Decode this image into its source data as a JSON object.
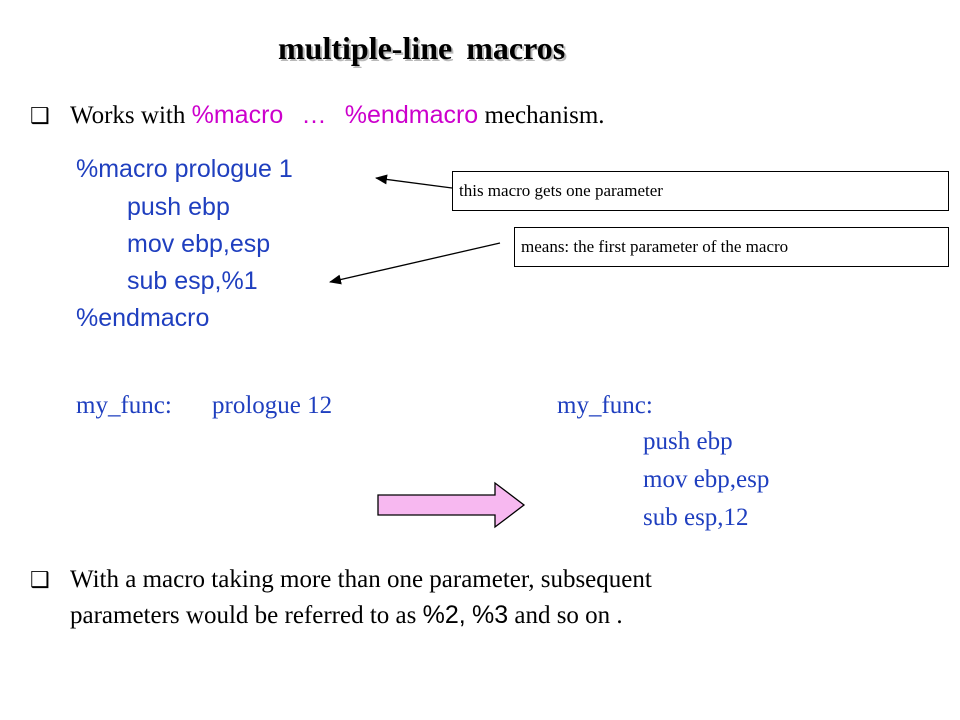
{
  "slide": {
    "title": "multiple-line  macros",
    "bullet1": {
      "prefix": "Works with",
      "kw_macro": "%macro",
      "ellipsis": "…",
      "kw_endmacro": "%endmacro",
      "suffix": "mechanism."
    },
    "macro_def": {
      "line1": "%macro prologue 1",
      "line2": "push ebp",
      "line3": "mov ebp,esp",
      "line4": "sub esp,%1",
      "line5": "%endmacro"
    },
    "callouts": {
      "one_param": "this macro gets one parameter",
      "first_param": "means: the first parameter of the macro"
    },
    "usage": {
      "label": "my_func:",
      "call": "prologue 12"
    },
    "expansion": {
      "label": "my_func:",
      "line1": "push ebp",
      "line2": "mov ebp,esp",
      "line3": "sub esp,12"
    },
    "bullet2": {
      "line1": "With a macro taking more than one parameter, subsequent",
      "line2_prefix": "parameters would be referred to as",
      "p2": "%2",
      "comma": ",",
      "p3": "%3",
      "line2_suffix": "and so on ."
    },
    "colors": {
      "keyword": "#cc00cc",
      "code": "#1f3fbf",
      "arrow_fill": "#f7b8f0"
    },
    "icons": {
      "bullet": "square-bullet-icon",
      "pointer": "arrow-pointer-icon",
      "expand": "block-right-arrow-icon"
    }
  }
}
